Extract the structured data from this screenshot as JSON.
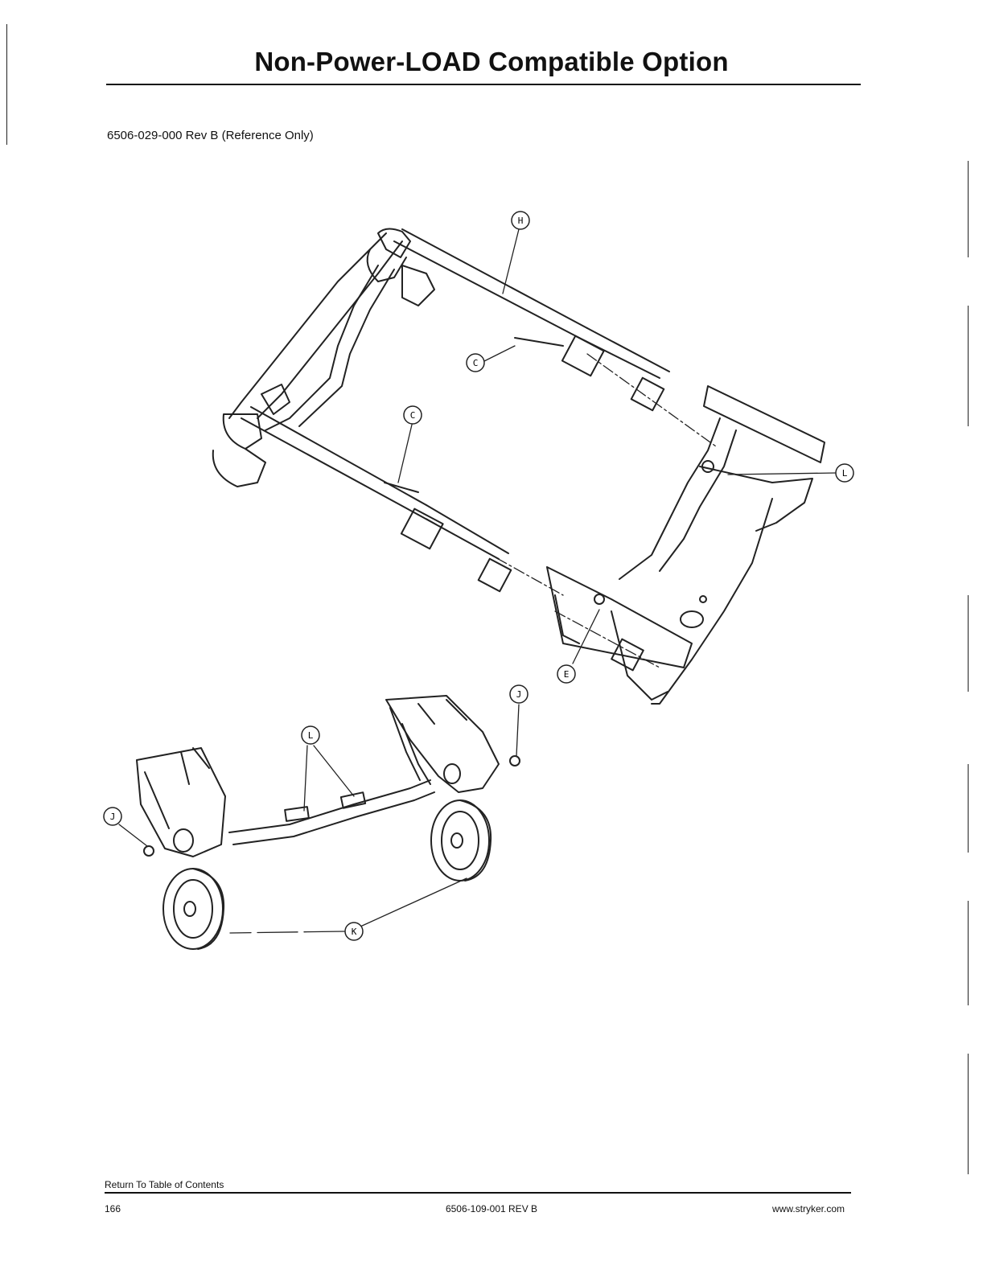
{
  "header": {
    "title": "Non-Power-LOAD Compatible Option",
    "reference": "6506-029-000 Rev B (Reference Only)"
  },
  "figure": {
    "callouts": [
      "H",
      "C",
      "C",
      "L",
      "E",
      "J",
      "L",
      "J",
      "K"
    ]
  },
  "footer": {
    "toc_link": "Return To Table of Contents",
    "page_number": "166",
    "doc_number": "6506-109-001 REV B",
    "website": "www.stryker.com"
  }
}
